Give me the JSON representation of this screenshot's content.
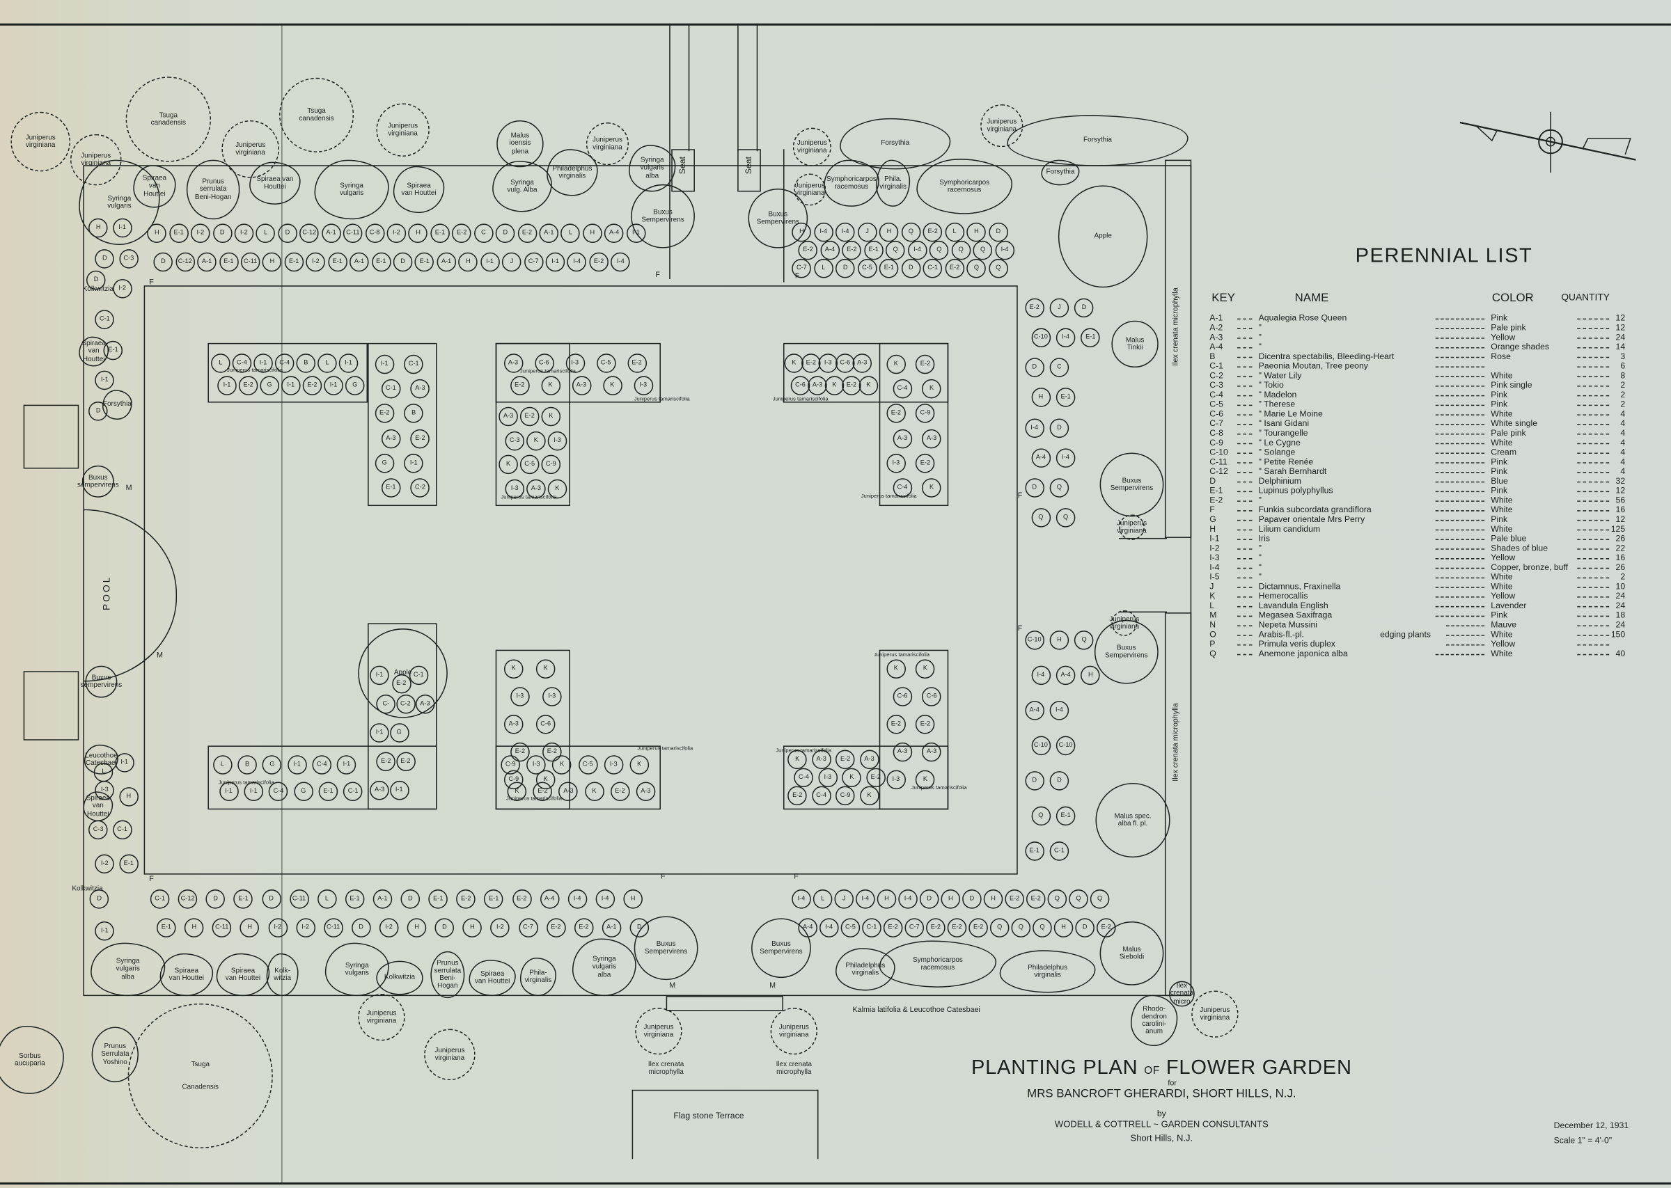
{
  "perennial_list": {
    "title": "PERENNIAL LIST",
    "headers": {
      "key": "KEY",
      "name": "NAME",
      "color": "COLOR",
      "quantity": "QUANTITY"
    },
    "edging_note": "edging plants",
    "rows": [
      {
        "key": "A-1",
        "name": "Aqualegia  Rose Queen",
        "color": "Pink",
        "quantity": "12"
      },
      {
        "key": "A-2",
        "name": "\"",
        "color": "Pale pink",
        "quantity": "12"
      },
      {
        "key": "A-3",
        "name": "\"",
        "color": "Yellow",
        "quantity": "24"
      },
      {
        "key": "A-4",
        "name": "\"",
        "color": "Orange shades",
        "quantity": "14"
      },
      {
        "key": "B",
        "name": "Dicentra spectabilis, Bleeding-Heart",
        "color": "Rose",
        "quantity": "3"
      },
      {
        "key": "C-1",
        "name": "Paeonia Moutan, Tree peony",
        "color": "",
        "quantity": "6"
      },
      {
        "key": "C-2",
        "name": "\"   Water Lily",
        "color": "White",
        "quantity": "8"
      },
      {
        "key": "C-3",
        "name": "\"   Tokio",
        "color": "Pink single",
        "quantity": "2"
      },
      {
        "key": "C-4",
        "name": "\"   Madelon",
        "color": "Pink",
        "quantity": "2"
      },
      {
        "key": "C-5",
        "name": "\"   Therese",
        "color": "Pink",
        "quantity": "2"
      },
      {
        "key": "C-6",
        "name": "\"   Marie Le Moine",
        "color": "White",
        "quantity": "4"
      },
      {
        "key": "C-7",
        "name": "\"   Isani Gidani",
        "color": "White single",
        "quantity": "4"
      },
      {
        "key": "C-8",
        "name": "\"   Tourangelle",
        "color": "Pale pink",
        "quantity": "4"
      },
      {
        "key": "C-9",
        "name": "\"   Le Cygne",
        "color": "White",
        "quantity": "4"
      },
      {
        "key": "C-10",
        "name": "\"   Solange",
        "color": "Cream",
        "quantity": "4"
      },
      {
        "key": "C-11",
        "name": "\"   Petite Renée",
        "color": "Pink",
        "quantity": "4"
      },
      {
        "key": "C-12",
        "name": "\"   Sarah Bernhardt",
        "color": "Pink",
        "quantity": "4"
      },
      {
        "key": "D",
        "name": "Delphinium",
        "color": "Blue",
        "quantity": "32"
      },
      {
        "key": "E-1",
        "name": "Lupinus polyphyllus",
        "color": "Pink",
        "quantity": "12"
      },
      {
        "key": "E-2",
        "name": "\"",
        "color": "White",
        "quantity": "56"
      },
      {
        "key": "F",
        "name": "Funkia subcordata grandiflora",
        "color": "White",
        "quantity": "16"
      },
      {
        "key": "G",
        "name": "Papaver orientale Mrs Perry",
        "color": "Pink",
        "quantity": "12"
      },
      {
        "key": "H",
        "name": "Lilium candidum",
        "color": "White",
        "quantity": "125"
      },
      {
        "key": "I-1",
        "name": "Iris",
        "color": "Pale blue",
        "quantity": "26"
      },
      {
        "key": "I-2",
        "name": "\"",
        "color": "Shades of blue",
        "quantity": "22"
      },
      {
        "key": "I-3",
        "name": "\"",
        "color": "Yellow",
        "quantity": "16"
      },
      {
        "key": "I-4",
        "name": "\"",
        "color": "Copper, bronze, buff",
        "quantity": "26"
      },
      {
        "key": "I-5",
        "name": "\"",
        "color": "White",
        "quantity": "2"
      },
      {
        "key": "J",
        "name": "Dictamnus, Fraxinella",
        "color": "White",
        "quantity": "10"
      },
      {
        "key": "K",
        "name": "Hemerocallis",
        "color": "Yellow",
        "quantity": "24"
      },
      {
        "key": "L",
        "name": "Lavandula English",
        "color": "Lavender",
        "quantity": "24"
      },
      {
        "key": "M",
        "name": "Megasea Saxifraga",
        "color": "Pink",
        "quantity": "18"
      },
      {
        "key": "N",
        "name": "Nepeta Mussini",
        "color": "Mauve",
        "quantity": "24"
      },
      {
        "key": "O",
        "name": "Arabis-fl.-pl.",
        "color": "White",
        "quantity": "150"
      },
      {
        "key": "P",
        "name": "Primula veris duplex",
        "color": "Yellow",
        "quantity": ""
      },
      {
        "key": "Q",
        "name": "Anemone japonica alba",
        "color": "White",
        "quantity": "40"
      }
    ]
  },
  "title_block": {
    "title_a": "PLANTING PLAN",
    "title_of": "OF",
    "title_b": "FLOWER GARDEN",
    "for": "for",
    "client": "MRS BANCROFT GHERARDI,  SHORT HILLS, N.J.",
    "by": "by",
    "firm": "WODELL & COTTRELL ~ GARDEN CONSULTANTS",
    "firm_location": "Short Hills, N.J.",
    "date": "December 12, 1931",
    "scale": "Scale 1\" = 4'-0\""
  },
  "labels": {
    "pool": "POOL",
    "seat": "Seat",
    "terrace": "Flag stone Terrace",
    "kalmia": "Kalmia latifolia & Leucothoe Catesbaei",
    "ilex_strip": "Ilex crenata microphylla",
    "tamariscifolia": "Juniperus tamariscifolia",
    "funkia": "F",
    "megasea": "M"
  },
  "plants": [
    "Juniperus\nvirginiana",
    "Juniperus\nvirginiana",
    "Tsuga\ncanadensis",
    "Juniperus\nvirginiana",
    "Tsuga\ncanadensis",
    "Juniperus\nvirginiana",
    "Malus\nioensis\nplena",
    "Juniperus\nvirginiana",
    "Syringa\nvulgaris\nalba",
    "Syringa\nvulgaris",
    "Spiraea\nvan\nHouttei",
    "Prunus\nserrulata\nBeni-Hogan",
    "Spiraea van\nHouttei",
    "Syringa\nvulgaris",
    "Spiraea\nvan Houttei",
    "Syringa\nvulg. Alba",
    "Philadelphus\nvirginalis",
    "Buxus\nSempervirens",
    "Juniperus\nvirginiana",
    "Forsythia",
    "Juniperus\nvirginiana",
    "Forsythia",
    "Juniperus\nvirginiana",
    "Buxus\nSempervirens",
    "Symphoricarpos\nracemosus",
    "Phila.\nvirginalis",
    "Symphoricarpos\nracemosus",
    "Forsythia",
    "Apple",
    "Malus\nTinkii",
    "Buxus\nSempervirens",
    "Juniperus\nvirginiana",
    "Kolkwitzia",
    "Spiraea\nvan\nHouttei",
    "Forsythia",
    "Buxus\nsempervirens",
    "Buxus\nsempervirens",
    "Leucothoe\nCatesbaei",
    "Spiraea\nvan\nHouttei",
    "Kolkwitzia",
    "Syringa\nvulgaris\nalba",
    "Spiraea\nvan Houttei",
    "Spiraea\nvan Houttei",
    "Kolk-\nwitzia",
    "Syringa\nvulgaris",
    "Kolkwitzia",
    "Prunus\nserrulata\nBeni-\nHogan",
    "Spiraea\nvan Houttei",
    "Phila-\nvirginalis",
    "Syringa\nvulgaris\nalba",
    "Buxus\nSempervirens",
    "Buxus\nSempervirens",
    "Philadelphus\nvirginalis",
    "Symphoricarpos\nracemosus",
    "Philadelphus\nvirginalis",
    "Malus\nSieboldi",
    "Malus spec.\nalba fl. pl.",
    "Buxus\nSempervirens",
    "Juniperus\nvirginiana",
    "Apple",
    "Sorbus\naucuparia",
    "Prunus\nSerrulata\nYoshino",
    "Tsuga\n\n\nCanadensis",
    "Juniperus\nvirginiana",
    "Juniperus\nvirginiana",
    "Juniperus\nvirginiana",
    "Juniperus\nvirginiana",
    "Ilex crenata microphylla",
    "Ilex crenata microphylla",
    "Rhodo-\ndendron\ncarolini-\nanum",
    "Juniperus\nvirginiana",
    "Ilex\ncrenata\nmicro"
  ],
  "beds": [
    [
      "H",
      "D",
      "E-1",
      "C-12",
      "I-2",
      "A-1",
      "D",
      "E-1",
      "I-2",
      "C-11",
      "L",
      "H",
      "D",
      "E-1",
      "C-12",
      "I-2",
      "A-1",
      "E-1",
      "C-11",
      "A-1",
      "C-8",
      "E-1",
      "I-2",
      "D",
      "H",
      "E-1",
      "E-1",
      "A-1",
      "E-2",
      "H",
      "C",
      "I-1",
      "D",
      "J",
      "E-2",
      "C-7",
      "A-1",
      "I-1",
      "L",
      "I-4",
      "H",
      "E-2",
      "A-4",
      "I-4",
      "I-1"
    ],
    [
      "H",
      "E-2",
      "C-7",
      "I-4",
      "A-4",
      "L",
      "I-4",
      "E-2",
      "D",
      "J",
      "E-1",
      "C-5",
      "H",
      "Q",
      "E-1",
      "Q",
      "I-4",
      "D",
      "E-2",
      "Q",
      "C-1",
      "L",
      "Q",
      "E-2",
      "H",
      "Q",
      "Q",
      "D",
      "I-4",
      "Q"
    ],
    [
      "E-2",
      "C-10",
      "D",
      "H",
      "I-4",
      "A-4",
      "D",
      "Q",
      "J",
      "I-4",
      "C",
      "E-1",
      "D",
      "I-4",
      "Q",
      "Q",
      "D",
      "E-1"
    ],
    [
      "C-10",
      "I-4",
      "A-4",
      "C-10",
      "D",
      "Q",
      "E-1",
      "H",
      "A-4",
      "I-4",
      "C-10",
      "D",
      "E-1",
      "C-1",
      "Q",
      "H"
    ],
    [
      "I-4",
      "A-4",
      "L",
      "I-4",
      "J",
      "C-5",
      "I-4",
      "C-1",
      "H",
      "E-2",
      "I-4",
      "C-7",
      "D",
      "E-2",
      "H",
      "E-2",
      "D",
      "E-2",
      "H",
      "Q",
      "E-2",
      "Q",
      "E-2",
      "Q",
      "Q",
      "H",
      "Q",
      "D",
      "Q",
      "E-2"
    ],
    [
      "C-1",
      "E-1",
      "C-12",
      "H",
      "D",
      "C-11",
      "E-1",
      "H",
      "D",
      "I-2",
      "C-11",
      "I-2",
      "L",
      "C-11",
      "E-1",
      "D",
      "A-1",
      "I-2",
      "D",
      "H",
      "E-1",
      "D",
      "E-2",
      "H",
      "E-1",
      "I-2",
      "E-2",
      "C-7",
      "A-4",
      "E-2",
      "I-4",
      "E-2",
      "I-4",
      "A-1",
      "H",
      "D"
    ],
    [
      "H",
      "D",
      "D",
      "C-1",
      "E-1",
      "I-1",
      "D",
      "I-1",
      "C-3",
      "I-2"
    ],
    [
      "L",
      "I-3",
      "C-3",
      "I-2",
      "D",
      "I-1",
      "I-1",
      "H",
      "C-1",
      "E-1"
    ],
    [
      "L",
      "I-1",
      "C-4",
      "E-2",
      "I-1",
      "G",
      "C-4",
      "I-1",
      "B",
      "E-2",
      "L",
      "I-1",
      "I-1",
      "G"
    ],
    [
      "I-1",
      "C-1",
      "E-2",
      "A-3",
      "G",
      "E-1",
      "C-1",
      "A-3",
      "B",
      "E-2",
      "I-1",
      "C-2"
    ],
    [
      "A-3",
      "E-2",
      "C-6",
      "K",
      "I-3",
      "A-3",
      "C-5",
      "K",
      "E-2",
      "I-3"
    ],
    [
      "A-3",
      "C-3",
      "K",
      "I-3",
      "E-2",
      "K",
      "C-5",
      "A-3",
      "K",
      "I-3",
      "C-9",
      "K"
    ],
    [
      "K",
      "C-6",
      "E-2",
      "A-3",
      "I-3",
      "K",
      "C-6",
      "E-2",
      "A-3",
      "K"
    ],
    [
      "K",
      "C-4",
      "E-2",
      "A-3",
      "I-3",
      "C-4",
      "E-2",
      "K",
      "C-9",
      "A-3",
      "E-2",
      "K"
    ],
    [
      "L",
      "I-1",
      "B",
      "I-1",
      "G",
      "C-4",
      "I-1",
      "G",
      "C-4",
      "E-1",
      "I-1",
      "C-1"
    ],
    [
      "I-1",
      "C-",
      "I-1",
      "E-2",
      "A-3",
      "E-2",
      "C-2",
      "G",
      "E-2",
      "I-1",
      "C-1",
      "A-3"
    ],
    [
      "K",
      "I-3",
      "A-3",
      "E-2",
      "C-9",
      "K",
      "I-3",
      "C-6",
      "E-2",
      "K"
    ],
    [
      "C-9",
      "K",
      "I-3",
      "E-2",
      "K",
      "A-3",
      "C-5",
      "K",
      "I-3",
      "E-2",
      "K",
      "A-3"
    ],
    [
      "K",
      "C-6",
      "E-2",
      "A-3",
      "I-3",
      "K",
      "C-6",
      "E-2",
      "A-3",
      "K"
    ],
    [
      "K",
      "C-4",
      "E-2",
      "A-3",
      "I-3",
      "C-4",
      "E-2",
      "K",
      "C-9",
      "A-3",
      "E-2",
      "K"
    ]
  ]
}
